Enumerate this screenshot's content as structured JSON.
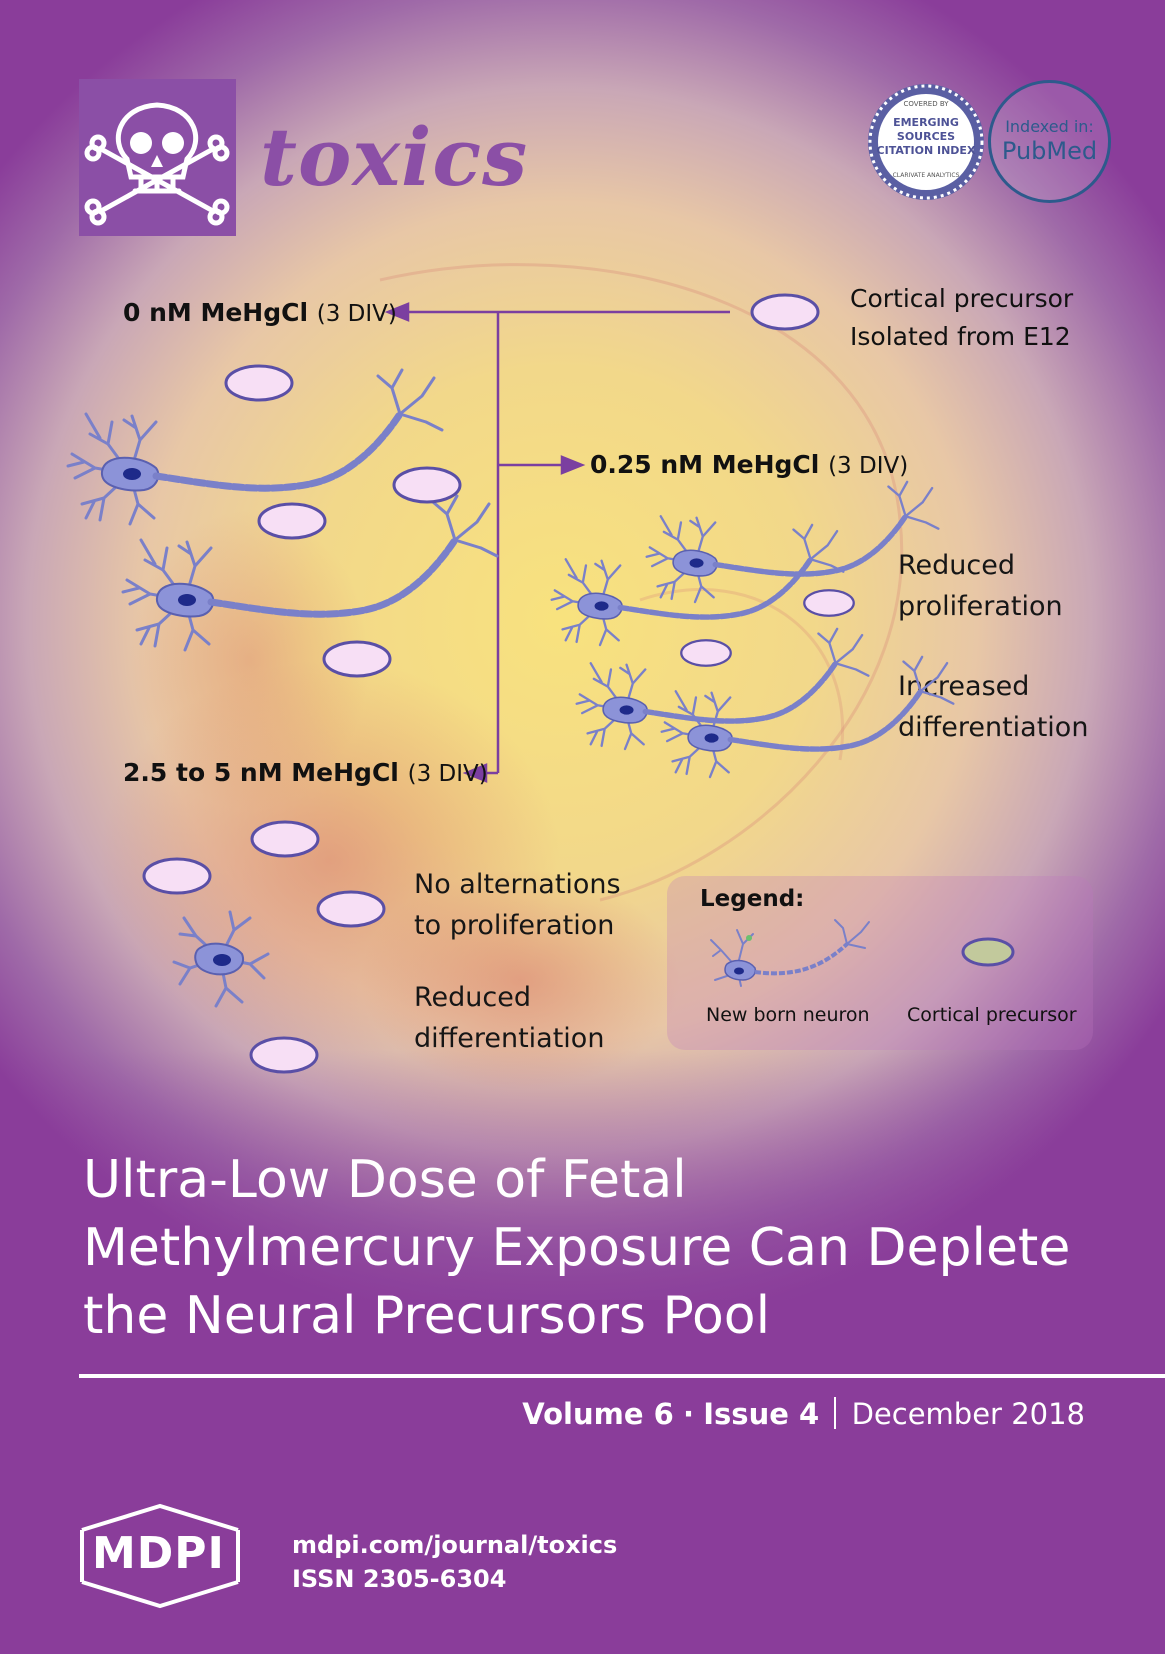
{
  "journal": {
    "name": "toxics",
    "logo_icon": "skull-crossbones-icon"
  },
  "badges": {
    "esci_lines": [
      "COVERED BY",
      "EMERGING",
      "SOURCES",
      "CITATION INDEX",
      "CLARIVATE ANALYTICS"
    ],
    "pubmed_prefix": "Indexed in:",
    "pubmed_name": "PubMed"
  },
  "diagram": {
    "source_label_line1": "Cortical precursor",
    "source_label_line2": "Isolated from E12",
    "dose_0": "0 nM MeHgCl",
    "dose_0_div": "(3 DIV)",
    "dose_025": "0.25 nM MeHgCl",
    "dose_025_div": "(3 DIV)",
    "dose_25_5": "2.5 to 5 nM MeHgCl",
    "dose_25_5_div": "(3 DIV)",
    "effect_025_a_1": "Reduced",
    "effect_025_a_2": "proliferation",
    "effect_025_b_1": "Increased",
    "effect_025_b_2": "differentiation",
    "effect_25_a_1": "No alternations",
    "effect_25_a_2": "to proliferation",
    "effect_25_b_1": "Reduced",
    "effect_25_b_2": "differentiation",
    "legend_title": "Legend:",
    "legend_neuron": "New born neuron",
    "legend_precursor": "Cortical precursor"
  },
  "article": {
    "title_line1": "Ultra-Low Dose of Fetal",
    "title_line2": "Methylmercury Exposure Can Deplete",
    "title_line3": "the Neural Precursors Pool"
  },
  "issue": {
    "volume": "Volume 6",
    "separator": "·",
    "issue": "Issue 4",
    "date": "December 2018"
  },
  "publisher": {
    "name": "MDPI",
    "url": "mdpi.com/journal/toxics",
    "issn": "ISSN 2305-6304"
  },
  "colors": {
    "brand_purple": "#8b4fa6",
    "cover_purple": "#8a3d9a",
    "neuron_blue": "#8c93d8",
    "pubmed_blue": "#2d5a8c"
  }
}
